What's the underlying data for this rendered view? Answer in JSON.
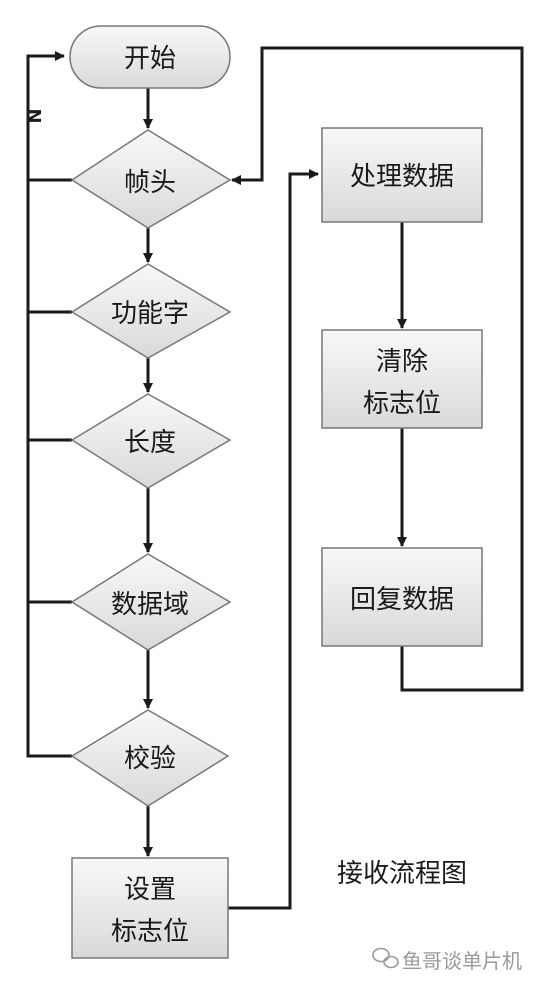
{
  "caption": "接收流程图",
  "watermark": "鱼哥谈单片机",
  "nodes": {
    "start": "开始",
    "frame_header": "帧头",
    "function_code": "功能字",
    "length": "长度",
    "data_field": "数据域",
    "checksum": "校验",
    "set_flag_line1": "设置",
    "set_flag_line2": "标志位",
    "process_data": "处理数据",
    "clear_flag_line1": "清除",
    "clear_flag_line2": "标志位",
    "reply_data": "回复数据"
  },
  "branch_label": "N",
  "colors": {
    "line": "#1a1a1a",
    "box_fill_top": "#f7f7f7",
    "box_fill_bottom": "#dcdcdc",
    "box_border": "#777777"
  }
}
